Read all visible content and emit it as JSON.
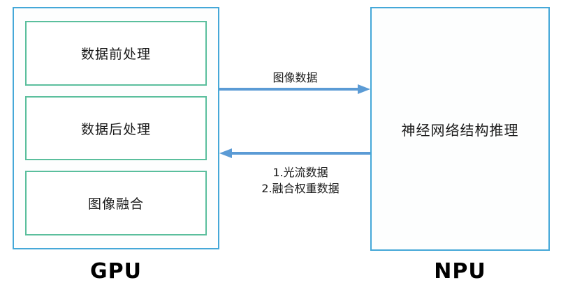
{
  "diagram": {
    "gpu": {
      "label": "GPU",
      "blocks": [
        {
          "label": "数据前处理"
        },
        {
          "label": "数据后处理"
        },
        {
          "label": "图像融合"
        }
      ]
    },
    "npu": {
      "label": "NPU",
      "content": "神经网络结构推理"
    },
    "arrows": {
      "to_npu": {
        "direction": "right",
        "label": "图像数据"
      },
      "to_gpu": {
        "direction": "left",
        "label_line1": "1.光流数据",
        "label_line2": "2.融合权重数据"
      }
    },
    "colors": {
      "outer_border": "#45a8d8",
      "inner_border": "#5bbf9d",
      "arrow": "#5b9bd5",
      "text": "#1a1a1a"
    }
  }
}
